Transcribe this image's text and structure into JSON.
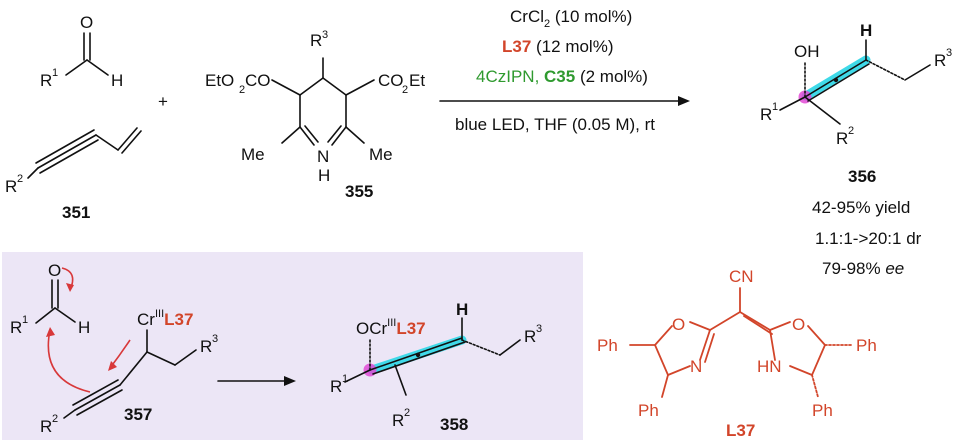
{
  "conditions": {
    "line1": "CrCl",
    "line1_sub": "2",
    "line1_rest": " (10 mol%)",
    "line2_ligand": "L37",
    "line2_rest": " (12 mol%)",
    "line3_pc": "4CzIPN, ",
    "line3_cat": "C35",
    "line3_rest": " (2 mol%)",
    "line4": "blue LED, THF (0.05 M), rt"
  },
  "compounds": {
    "c351": "351",
    "c355": "355",
    "c356": "356",
    "c357": "357",
    "c358": "358",
    "l37": "L37"
  },
  "results": {
    "yield": "42-95% yield",
    "dr": "1.1:1->20:1 dr",
    "ee_value": "79-98% ",
    "ee_label": "ee"
  },
  "atoms": {
    "o": "O",
    "h": "H",
    "r": "R",
    "one": "1",
    "two": "2",
    "three": "3",
    "plus": "+",
    "eto2c": "EtO",
    "co2et": "CO",
    "et": "Et",
    "me": "Me",
    "n": "N",
    "oh": "OH",
    "cr": "Cr",
    "cr_ox": "III",
    "ocr": "OCr",
    "cn": "CN",
    "ph": "Ph",
    "hn": "HN"
  },
  "colors": {
    "ligand_red": "#d2452a",
    "photocat_green": "#2f9a2f",
    "panel_lavender": "#ece6f6",
    "allene_cyan": "#3fd9e8",
    "stereocenter_pink": "#e24ad6",
    "arrow_red": "#d8383a"
  }
}
